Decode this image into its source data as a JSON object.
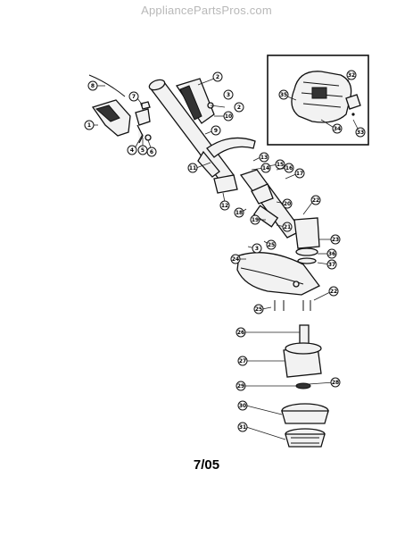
{
  "watermark": "AppliancePartsPros.com",
  "date_code": "7/05",
  "callouts": [
    "1",
    "2",
    "3",
    "4",
    "5",
    "6",
    "7",
    "8",
    "9",
    "10",
    "11",
    "12",
    "13",
    "14",
    "15",
    "16",
    "17",
    "18",
    "19",
    "20",
    "21",
    "22",
    "23",
    "24",
    "25",
    "26",
    "27",
    "28",
    "29",
    "30",
    "31",
    "32",
    "33",
    "34",
    "35",
    "36",
    "37"
  ]
}
